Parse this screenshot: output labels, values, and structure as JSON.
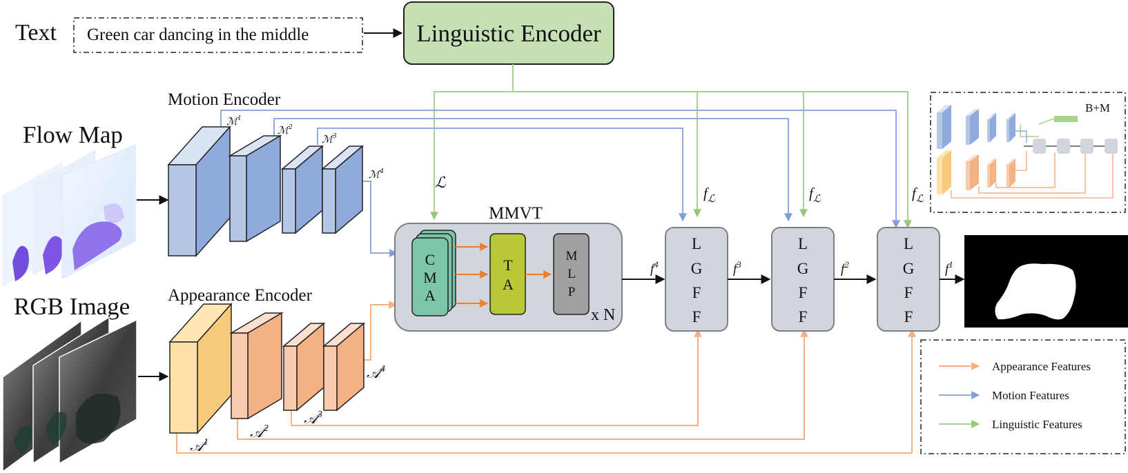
{
  "text_input": {
    "label": "Text",
    "sentence": "Green car dancing in the middle"
  },
  "linguistic_encoder": {
    "label": "Linguistic Encoder"
  },
  "inputs": {
    "flow_map_label": "Flow Map",
    "rgb_image_label": "RGB Image"
  },
  "motion_encoder": {
    "label": "Motion Encoder",
    "features": [
      {
        "base": "ℳ",
        "sup": "1"
      },
      {
        "base": "ℳ",
        "sup": "2"
      },
      {
        "base": "ℳ",
        "sup": "3"
      },
      {
        "base": "ℳ",
        "sup": "4"
      }
    ]
  },
  "appearance_encoder": {
    "label": "Appearance Encoder",
    "features": [
      {
        "base": "𝒜",
        "sup": "1"
      },
      {
        "base": "𝒜",
        "sup": "2"
      },
      {
        "base": "𝒜",
        "sup": "3"
      },
      {
        "base": "𝒜",
        "sup": "4"
      }
    ]
  },
  "linguistic_feature": {
    "label": "ℒ"
  },
  "mmvt": {
    "title": "MMVT",
    "cma_letters": [
      "C",
      "M",
      "A"
    ],
    "ta_letters": [
      "T",
      "A"
    ],
    "mlp_letters": [
      "M",
      "L",
      "P"
    ],
    "repeat": "x N"
  },
  "lggf_letters": [
    "L",
    "G",
    "F",
    "F"
  ],
  "f_labels": [
    {
      "base": "f",
      "sup": "4"
    },
    {
      "base": "f",
      "sup": "3"
    },
    {
      "base": "f",
      "sup": "2"
    },
    {
      "base": "f",
      "sup": "1"
    }
  ],
  "f_lang": {
    "base": "f",
    "sub": "ℒ"
  },
  "inset": {
    "label": "B+M"
  },
  "legend": {
    "items": [
      {
        "label": "Appearance  Features",
        "color": "#f4b183"
      },
      {
        "label": "Motion Features",
        "color": "#8faadc"
      },
      {
        "label": "Linguistic Features",
        "color": "#a9d18e"
      }
    ]
  },
  "colors": {
    "orange": "#f4b183",
    "orange_arrow": "#ed7d31",
    "blue": "#8faadc",
    "green": "#a9d18e",
    "encoder_green_fill": "#c5e0b4",
    "motion_fill": "#b4c7e7",
    "appearance_fill": "#f8cbad",
    "lgff_fill": "#d0d5de",
    "mmvt_fill": "#d0d5de",
    "cma_fill": "#7dc5a8",
    "ta_fill": "#b9c837",
    "mlp_fill": "#a0a0a0"
  }
}
